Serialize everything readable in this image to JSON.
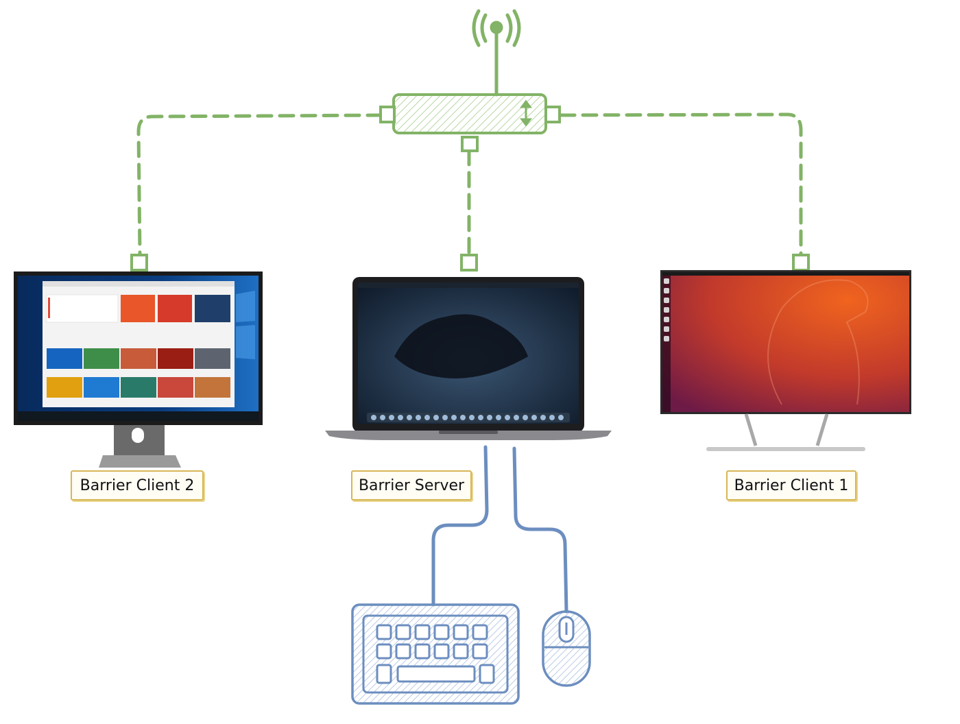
{
  "diagram": {
    "nodes": [
      {
        "id": "client2",
        "label": "Barrier Client 2",
        "device": "windows-monitor"
      },
      {
        "id": "server",
        "label": "Barrier Server",
        "device": "macbook-laptop"
      },
      {
        "id": "client1",
        "label": "Barrier Client 1",
        "device": "ubuntu-monitor"
      }
    ],
    "hub": {
      "device": "network-router",
      "antenna": "wifi-antenna"
    },
    "peripherals": [
      {
        "id": "keyboard",
        "device": "keyboard"
      },
      {
        "id": "mouse",
        "device": "mouse"
      }
    ],
    "edges": [
      {
        "from": "hub",
        "to": "client2",
        "style": "dashed",
        "color": "#82b366"
      },
      {
        "from": "hub",
        "to": "server",
        "style": "dashed",
        "color": "#82b366"
      },
      {
        "from": "hub",
        "to": "client1",
        "style": "dashed",
        "color": "#82b366"
      },
      {
        "from": "server",
        "to": "keyboard",
        "style": "solid",
        "color": "#6c8ebf"
      },
      {
        "from": "server",
        "to": "mouse",
        "style": "solid",
        "color": "#6c8ebf"
      }
    ],
    "colors": {
      "network": "#82b366",
      "peripheral": "#6c8ebf",
      "label_border": "#d6b656",
      "windows_bg": "#0b3a75",
      "ubuntu_bg_start": "#7a1540",
      "ubuntu_bg_end": "#e95420"
    }
  }
}
